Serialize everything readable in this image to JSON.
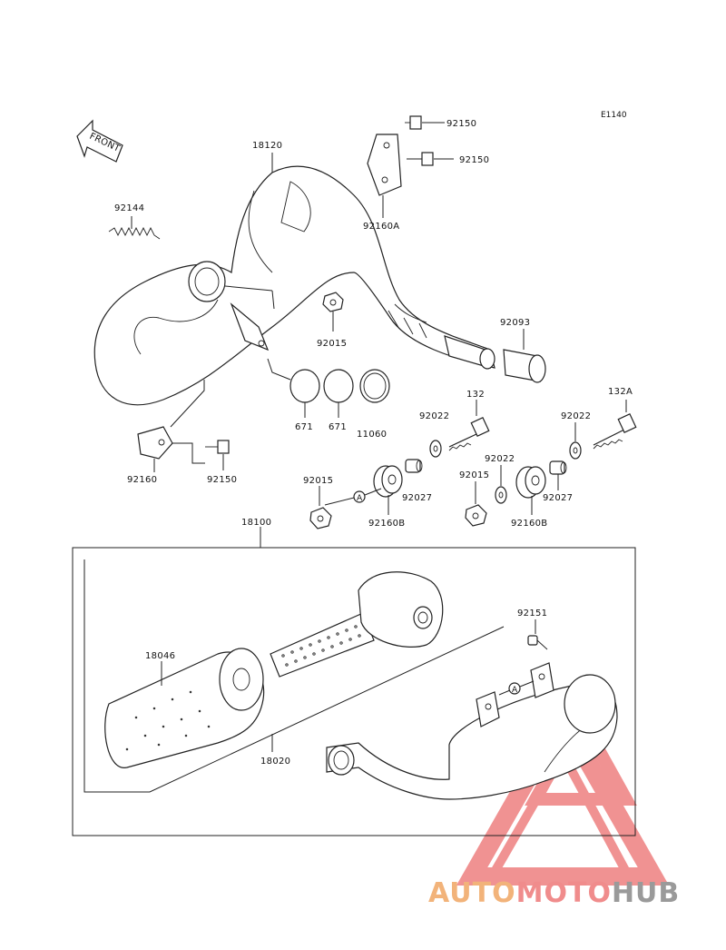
{
  "diagram": {
    "code": "E1140",
    "front_arrow_text": "FRONT",
    "callout_a": "A",
    "labels": [
      {
        "key": "p18120",
        "text": "18120"
      },
      {
        "key": "p92150a",
        "text": "92150"
      },
      {
        "key": "p92150b",
        "text": "92150"
      },
      {
        "key": "p92160A",
        "text": "92160A"
      },
      {
        "key": "p92144",
        "text": "92144"
      },
      {
        "key": "p92093",
        "text": "92093"
      },
      {
        "key": "p92015a",
        "text": "92015"
      },
      {
        "key": "p671a",
        "text": "671"
      },
      {
        "key": "p671b",
        "text": "671"
      },
      {
        "key": "p11060",
        "text": "11060"
      },
      {
        "key": "p132",
        "text": "132"
      },
      {
        "key": "p132A",
        "text": "132A"
      },
      {
        "key": "p92022a",
        "text": "92022"
      },
      {
        "key": "p92022b",
        "text": "92022"
      },
      {
        "key": "p92022c",
        "text": "92022"
      },
      {
        "key": "p92160",
        "text": "92160"
      },
      {
        "key": "p92150c",
        "text": "92150"
      },
      {
        "key": "p92015b",
        "text": "92015"
      },
      {
        "key": "p92027a",
        "text": "92027"
      },
      {
        "key": "p92160Ba",
        "text": "92160B"
      },
      {
        "key": "p92015c",
        "text": "92015"
      },
      {
        "key": "p92027b",
        "text": "92027"
      },
      {
        "key": "p92160Bb",
        "text": "92160B"
      },
      {
        "key": "p18100",
        "text": "18100"
      },
      {
        "key": "p92151",
        "text": "92151"
      },
      {
        "key": "p18046",
        "text": "18046"
      },
      {
        "key": "p18020",
        "text": "18020"
      }
    ]
  },
  "watermark": {
    "part1": "AUTO",
    "part2": "MOTO",
    "part3": "HUB",
    "colors": {
      "auto": "#f2b37a",
      "moto": "#f08c8c",
      "hub": "#9a9a9a",
      "logo": "#ee8080"
    }
  }
}
